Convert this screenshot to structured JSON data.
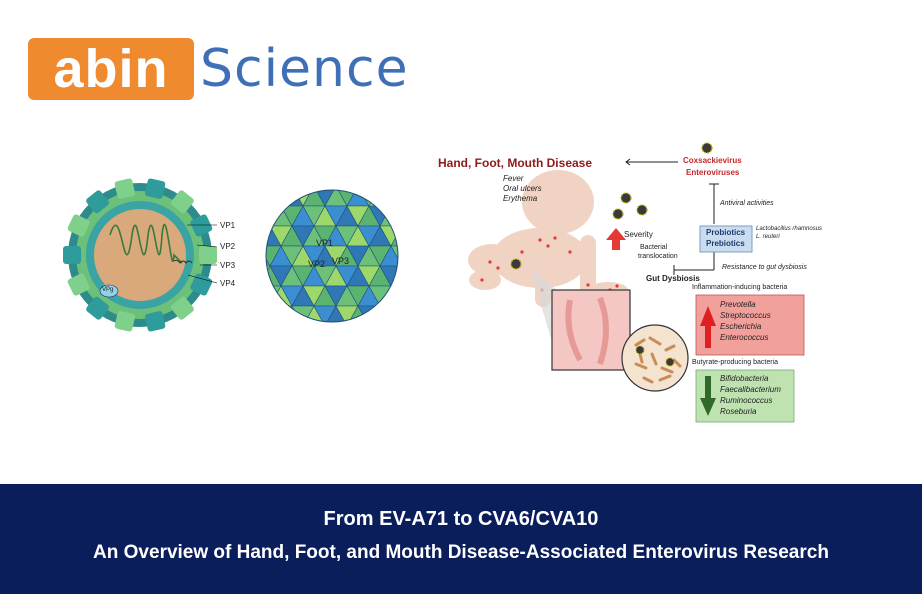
{
  "logo": {
    "mark_text": "abin",
    "word_text": "Science",
    "mark_color": "#ef8a2e",
    "word_color": "#3f6fb6"
  },
  "capsid_diagram": {
    "labels": [
      "VP1",
      "VP2",
      "VP3",
      "VP4"
    ],
    "genome_label": "VPg"
  },
  "surface_model": {
    "labels": [
      "VP1",
      "VP2",
      "VP3"
    ]
  },
  "hfmd_diagram": {
    "title": "Hand, Foot, Mouth Disease",
    "pathogen": [
      "Coxsackievirus",
      "Enteroviruses"
    ],
    "symptoms": [
      "Fever",
      "Oral ulcers",
      "Erythema"
    ],
    "antiviral": "Antiviral activities",
    "probiotics": [
      "Probiotics",
      "Prebiotics"
    ],
    "species": [
      "Lactobacillus rhamnosus",
      "L. reuteri"
    ],
    "resistance": "Resistance to gut dysbiosis",
    "severity": "Severity",
    "translocation": [
      "Bacterial",
      "translocation"
    ],
    "dysbiosis": "Gut Dysbiosis",
    "inflammation_title": "Inflammation-inducing bacteria",
    "inflammation_bacteria": [
      "Prevotella",
      "Streptococcus",
      "Escherichia",
      "Enterococcus"
    ],
    "butyrate_title": "Butyrate-producing bacteria",
    "butyrate_bacteria": [
      "Bifidobacteria",
      "Faecalibacterium",
      "Ruminococcus",
      "Roseburia"
    ]
  },
  "banner": {
    "line1": "From EV-A71 to CVA6/CVA10",
    "line2": "An Overview of Hand, Foot, and Mouth Disease-Associated Enterovirus Research",
    "background": "#0b1e5c"
  }
}
